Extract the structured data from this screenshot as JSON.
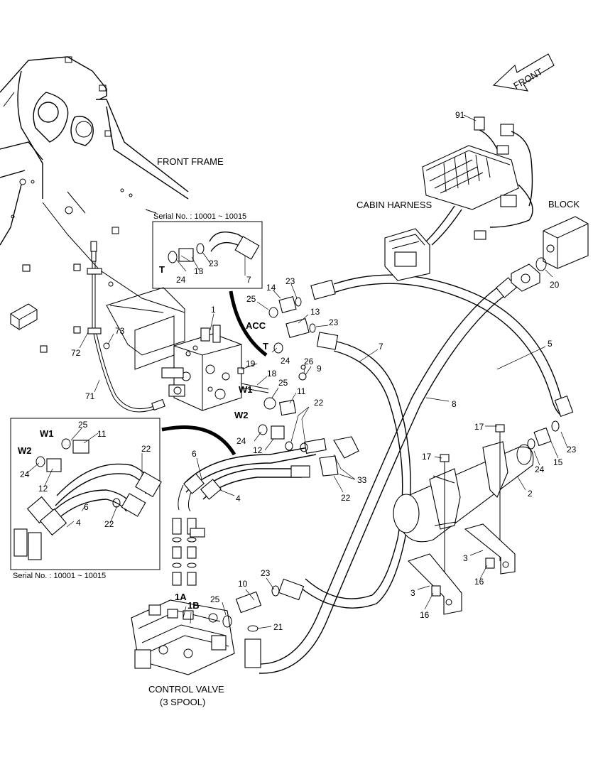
{
  "captions": {
    "front_frame": "FRONT FRAME",
    "cabin_harness": "CABIN HARNESS",
    "block": "BLOCK",
    "front": "FRONT",
    "control_valve_line1": "CONTROL VALVE",
    "control_valve_line2": "(3 SPOOL)",
    "serial_top": "Serial No. : 10001 ~ 10015",
    "serial_left": "Serial No. : 10001 ~ 10015"
  },
  "port_labels": {
    "acc": "ACC",
    "t_main": "T",
    "w1_main": "W1",
    "w2_main": "W2",
    "t_inset": "T",
    "w1_inset": "W1",
    "w2_inset": "W2",
    "p1a": "1A",
    "p1b": "1B"
  },
  "callouts": {
    "c91": "91",
    "c20": "20",
    "c1": "1",
    "c73": "73",
    "c72": "72",
    "c71": "71",
    "c14": "14",
    "c23a": "23",
    "c25a": "25",
    "c13": "13",
    "c23b": "23",
    "c24a": "24",
    "c26": "26",
    "c9": "9",
    "c19": "19",
    "c18": "18",
    "c25b": "25",
    "c11": "11",
    "c22a": "22",
    "c24b": "24",
    "c12": "12",
    "c7": "7",
    "c5": "5",
    "c8": "8",
    "c33": "33",
    "c22b": "22",
    "c6": "6",
    "c4": "4",
    "c17a": "17",
    "c17b": "17",
    "c2": "2",
    "c24c": "24",
    "c15": "15",
    "c23c": "23",
    "c3a": "3",
    "c3b": "3",
    "c16a": "16",
    "c16b": "16",
    "c23d": "23",
    "c10": "10",
    "c25c": "25",
    "c21": "21"
  },
  "inset_top": {
    "c23": "23",
    "c24": "24",
    "c13": "13",
    "c7": "7"
  },
  "inset_left": {
    "c25": "25",
    "c11": "11",
    "c22a": "22",
    "c24": "24",
    "c12": "12",
    "c6": "6",
    "c4": "4",
    "c22b": "22"
  }
}
